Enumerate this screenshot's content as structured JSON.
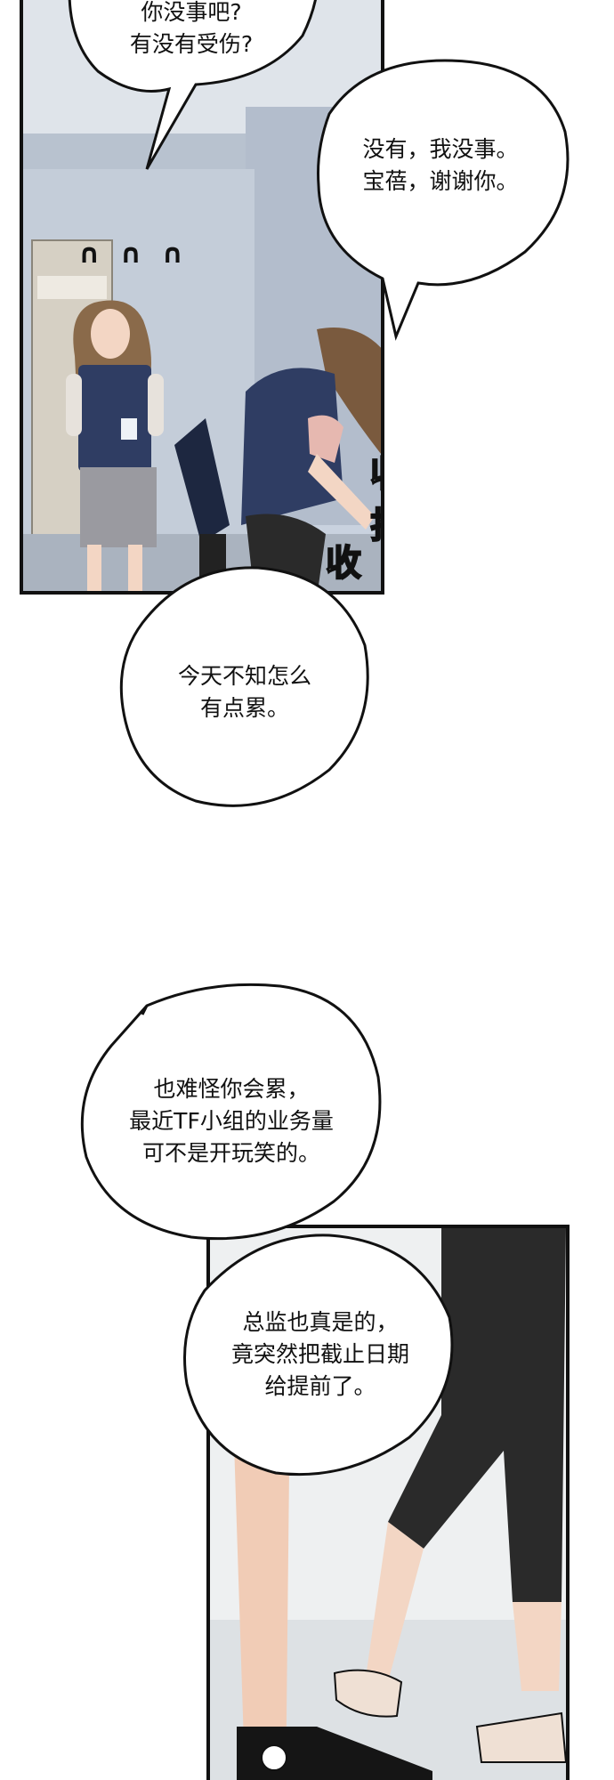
{
  "panels": {
    "top": {
      "sfx": [
        "收拾",
        "收拾"
      ],
      "reaction_marks": "∩ ∩ ∩"
    },
    "bottom": {}
  },
  "bubbles": {
    "b1": {
      "lines": [
        "你没事吧?",
        "有没有受伤?"
      ]
    },
    "b2": {
      "lines": [
        "没有，我没事。",
        "宝蓓，谢谢你。"
      ]
    },
    "b3": {
      "lines": [
        "今天不知怎么",
        "有点累。"
      ]
    },
    "b4": {
      "lines": [
        "也难怪你会累，",
        "最近TF小组的业务量",
        "可不是开玩笑的。"
      ]
    },
    "b5": {
      "lines": [
        "总监也真是的，",
        "竟突然把截止日期",
        "给提前了。"
      ]
    }
  },
  "colors": {
    "office_wall": "#c9d2df",
    "vest_navy": "#2f3d63",
    "skirt_gray": "#9a9aa0",
    "hair_brown": "#8a6a4a",
    "pants_black": "#2a2a2a",
    "skin": "#f3d6c4"
  }
}
